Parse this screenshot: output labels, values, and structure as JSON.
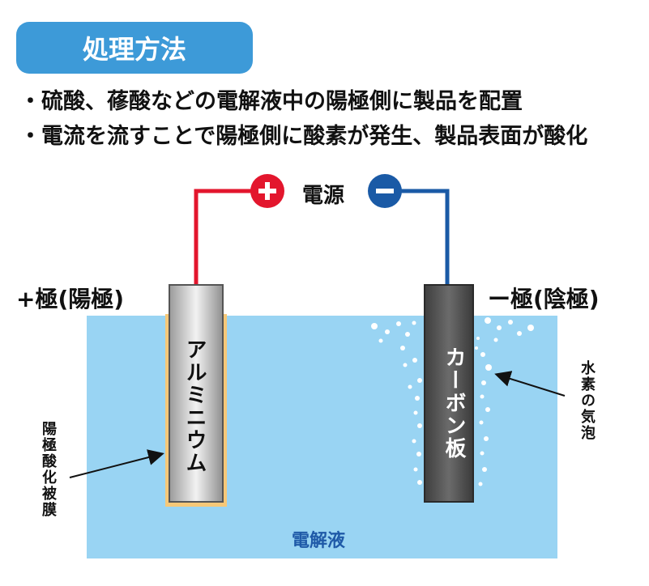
{
  "header": {
    "title": "処理方法"
  },
  "bullets": [
    "・硫酸、蓚酸などの電解液中の陽極側に製品を配置",
    "・電流を流すことで陽極側に酸素が発生、製品表面が酸化"
  ],
  "diagram": {
    "power_supply": "電源",
    "positive_terminal": "+",
    "negative_terminal": "−",
    "positive_electrode_label": "+極(陽極)",
    "negative_electrode_label": "ー極(陰極)",
    "anode_material": "アルミニウム",
    "cathode_material": "カーボン板",
    "anodic_film": "陽極酸化被膜",
    "hydrogen_bubbles": "水素の気泡",
    "electrolyte": "電解液"
  },
  "colors": {
    "badge": "#3d9ad8",
    "positive": "#e3162d",
    "negative": "#1a5aa6",
    "electrolyte": "#99d4f3",
    "oxide_film": "#f6c878",
    "cathode": "#555555"
  }
}
